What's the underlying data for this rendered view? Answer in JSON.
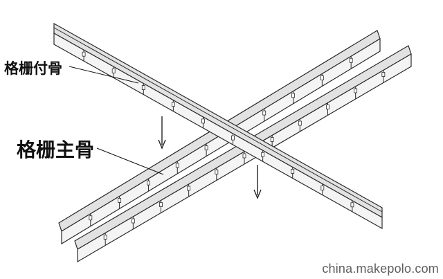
{
  "labels": {
    "secondary_runner": "格栅付骨",
    "main_runner": "格栅主骨"
  },
  "watermark": "china.makepolo.com",
  "colors": {
    "outline": "#2b2b2b",
    "face": "#f4f4f4",
    "top_face": "#e2e2e2",
    "shadow": "#bcbcbc",
    "watermark": "#5e5e5e"
  }
}
